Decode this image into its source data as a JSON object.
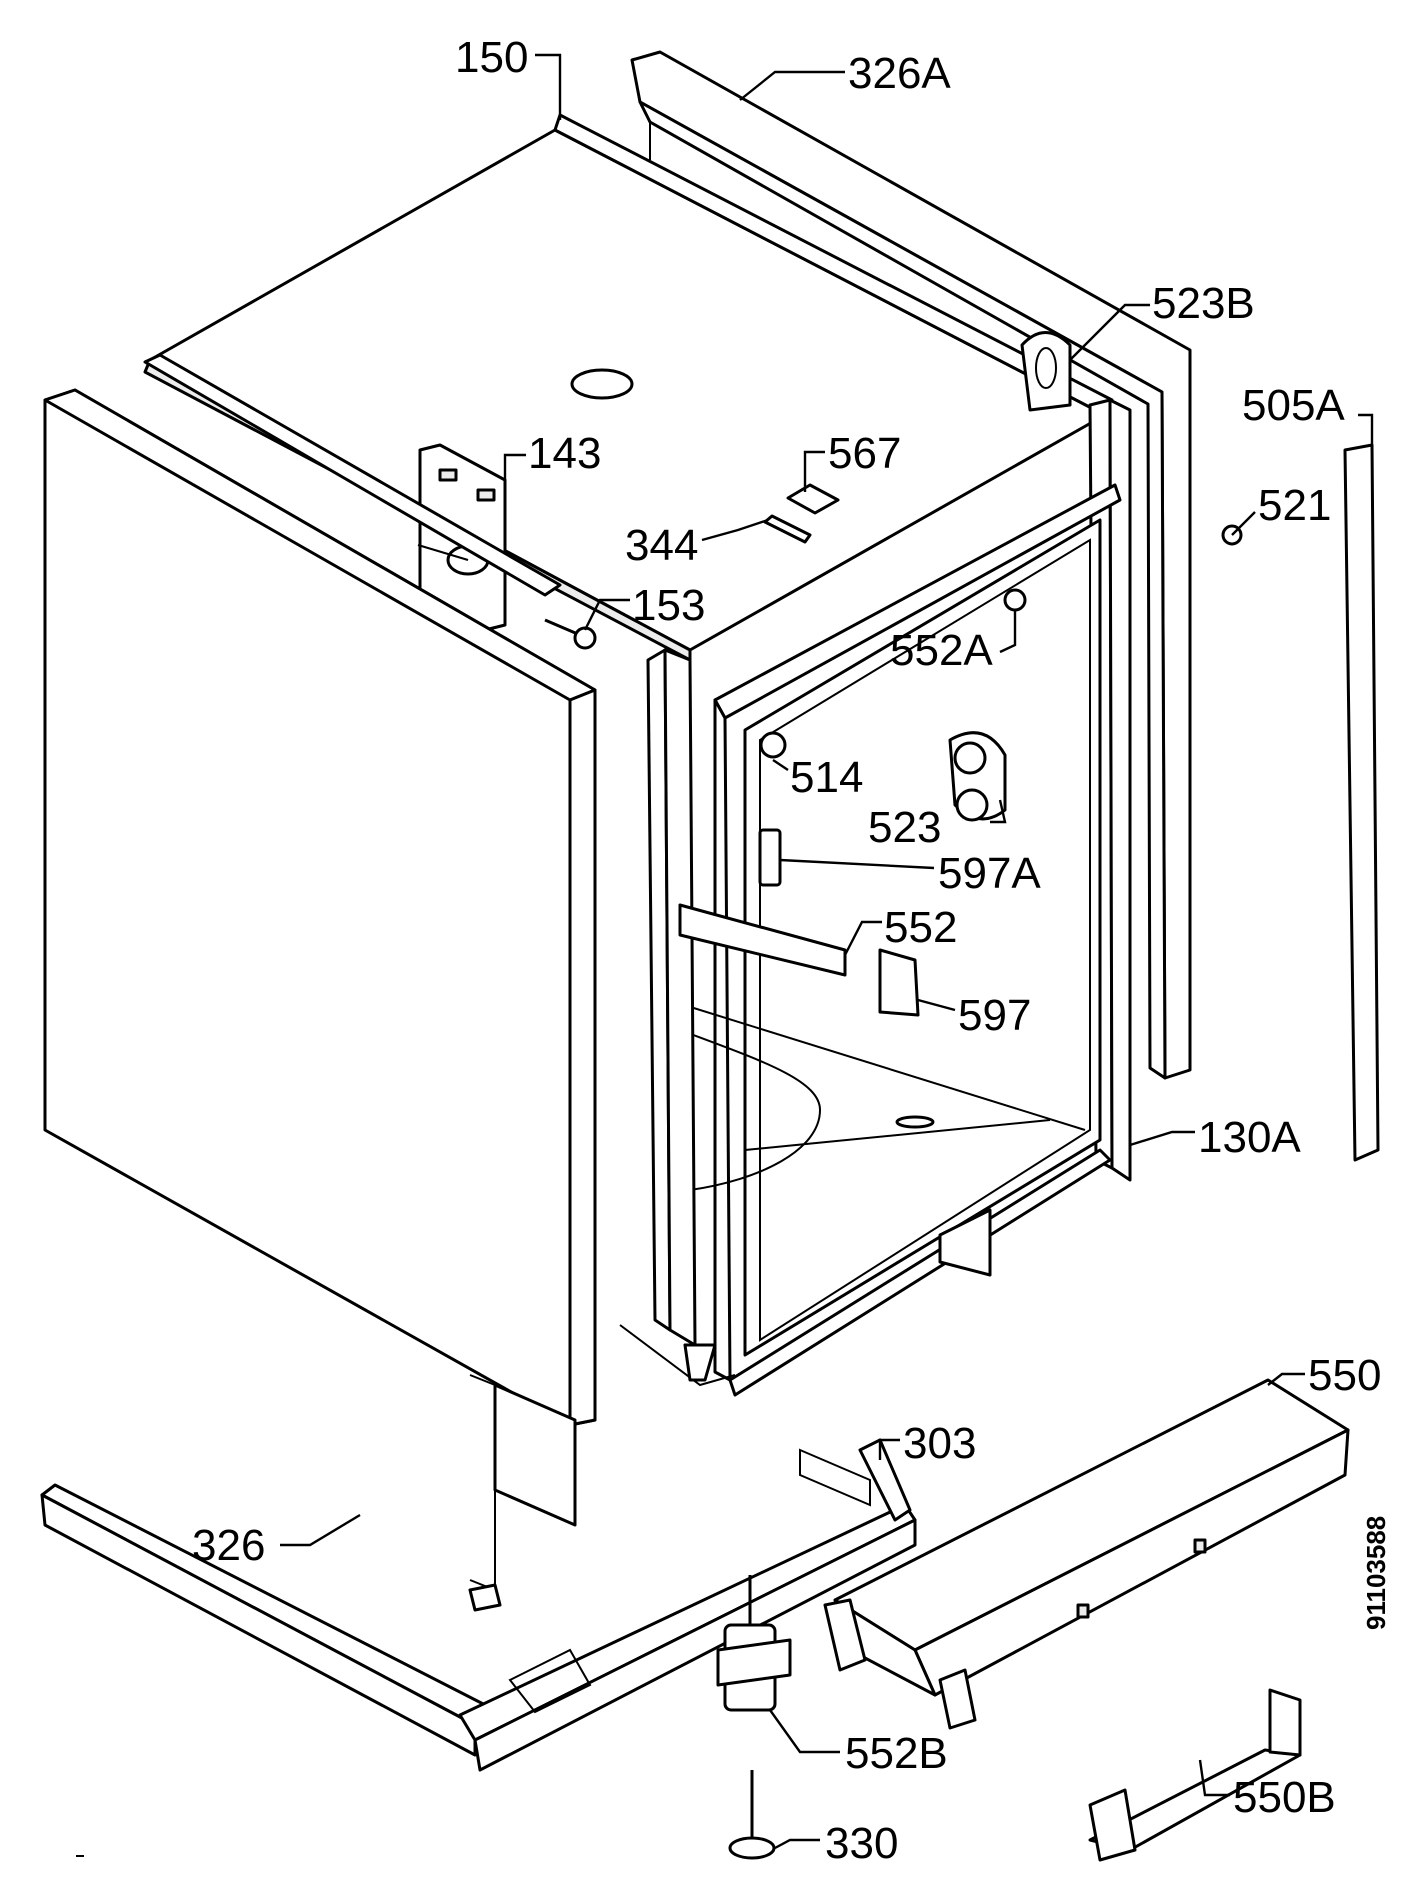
{
  "diagram": {
    "labels": {
      "l150": "150",
      "l326A": "326A",
      "l523B": "523B",
      "l505A": "505A",
      "l521": "521",
      "l143": "143",
      "l567": "567",
      "l344": "344",
      "l153": "153",
      "l552A": "552A",
      "l514": "514",
      "l523": "523",
      "l597A": "597A",
      "l552": "552",
      "l597": "597",
      "l130A": "130A",
      "l550": "550",
      "l303": "303",
      "l326": "326",
      "l552B": "552B",
      "l550B": "550B",
      "l330": "330"
    },
    "doc_number": "91103588"
  }
}
